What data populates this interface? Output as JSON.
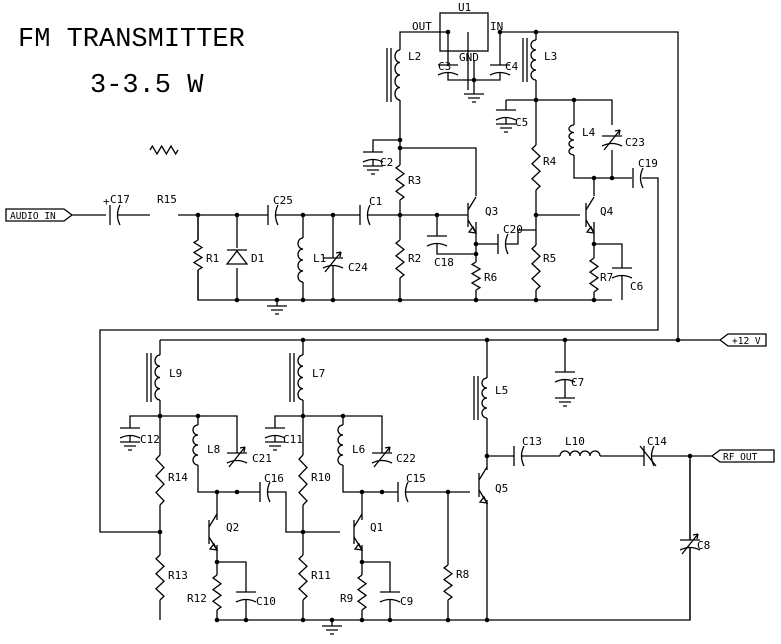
{
  "title": {
    "line1": "FM TRANSMITTER",
    "line2": "3-3.5 W"
  },
  "ports": {
    "audio_in": "AUDIO IN",
    "supply": "+12 V",
    "rf_out": "RF OUT"
  },
  "regulator": {
    "name": "U1",
    "pin_out": "OUT",
    "pin_in": "IN",
    "pin_gnd": "GND"
  },
  "labels": {
    "C17": "C17",
    "C17_polarity": "+",
    "R15": "R15",
    "R1": "R1",
    "D1": "D1",
    "C25": "C25",
    "L1": "L1",
    "C24": "C24",
    "C1": "C1",
    "C2": "C2",
    "R3": "R3",
    "R2": "R2",
    "C18": "C18",
    "Q3": "Q3",
    "C20": "C20",
    "R6": "R6",
    "L2": "L2",
    "C3": "C3",
    "C4": "C4",
    "L3": "L3",
    "C5": "C5",
    "R4": "R4",
    "L4": "L4",
    "C23": "C23",
    "C19": "C19",
    "Q4": "Q4",
    "R5": "R5",
    "R7": "R7",
    "C6": "C6",
    "L9": "L9",
    "C12": "C12",
    "L8": "L8",
    "C21": "C21",
    "R14": "R14",
    "C16": "C16",
    "Q2": "Q2",
    "R13": "R13",
    "R12": "R12",
    "C10": "C10",
    "L7": "L7",
    "C11": "C11",
    "L6": "L6",
    "C22": "C22",
    "R10": "R10",
    "C15": "C15",
    "Q1": "Q1",
    "R11": "R11",
    "R9": "R9",
    "C9": "C9",
    "R8": "R8",
    "L5": "L5",
    "C7": "C7",
    "Q5": "Q5",
    "C13": "C13",
    "L10": "L10",
    "C14": "C14",
    "C8": "C8"
  }
}
